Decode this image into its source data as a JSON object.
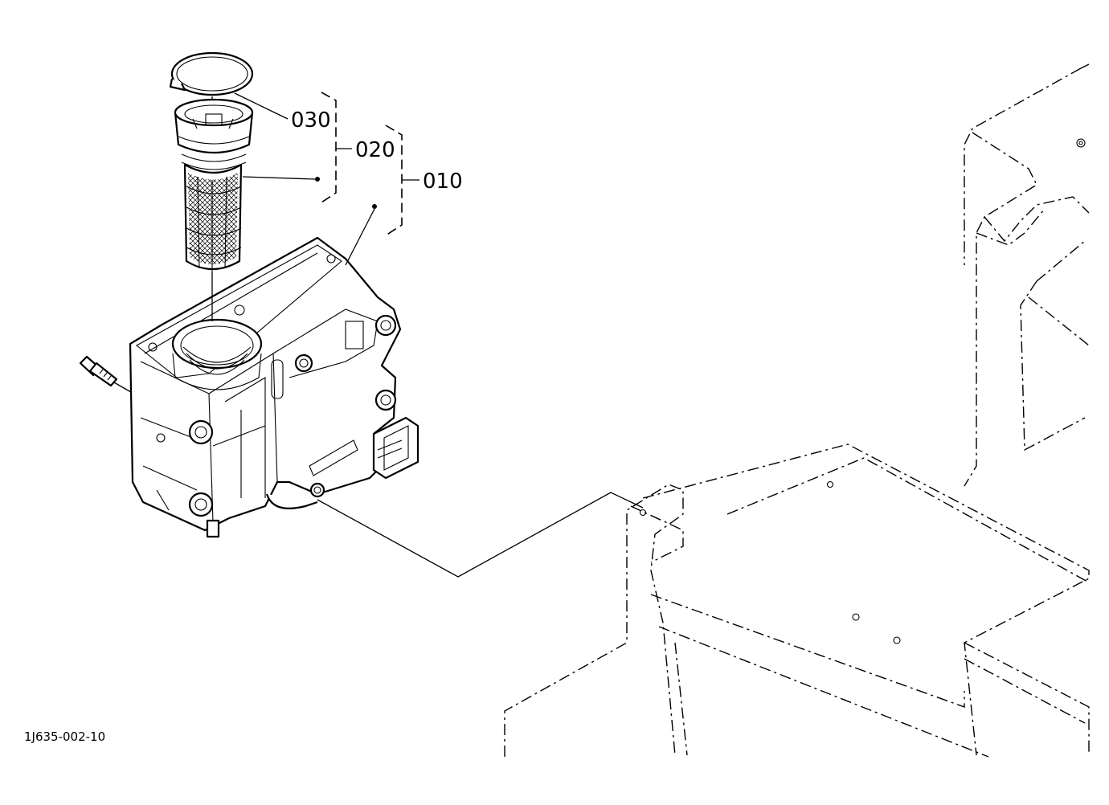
{
  "diagram": {
    "callouts": [
      {
        "id": "030",
        "label": "030"
      },
      {
        "id": "020",
        "label": "020"
      },
      {
        "id": "010",
        "label": "010"
      }
    ],
    "document_id": "1J635-002-10"
  }
}
